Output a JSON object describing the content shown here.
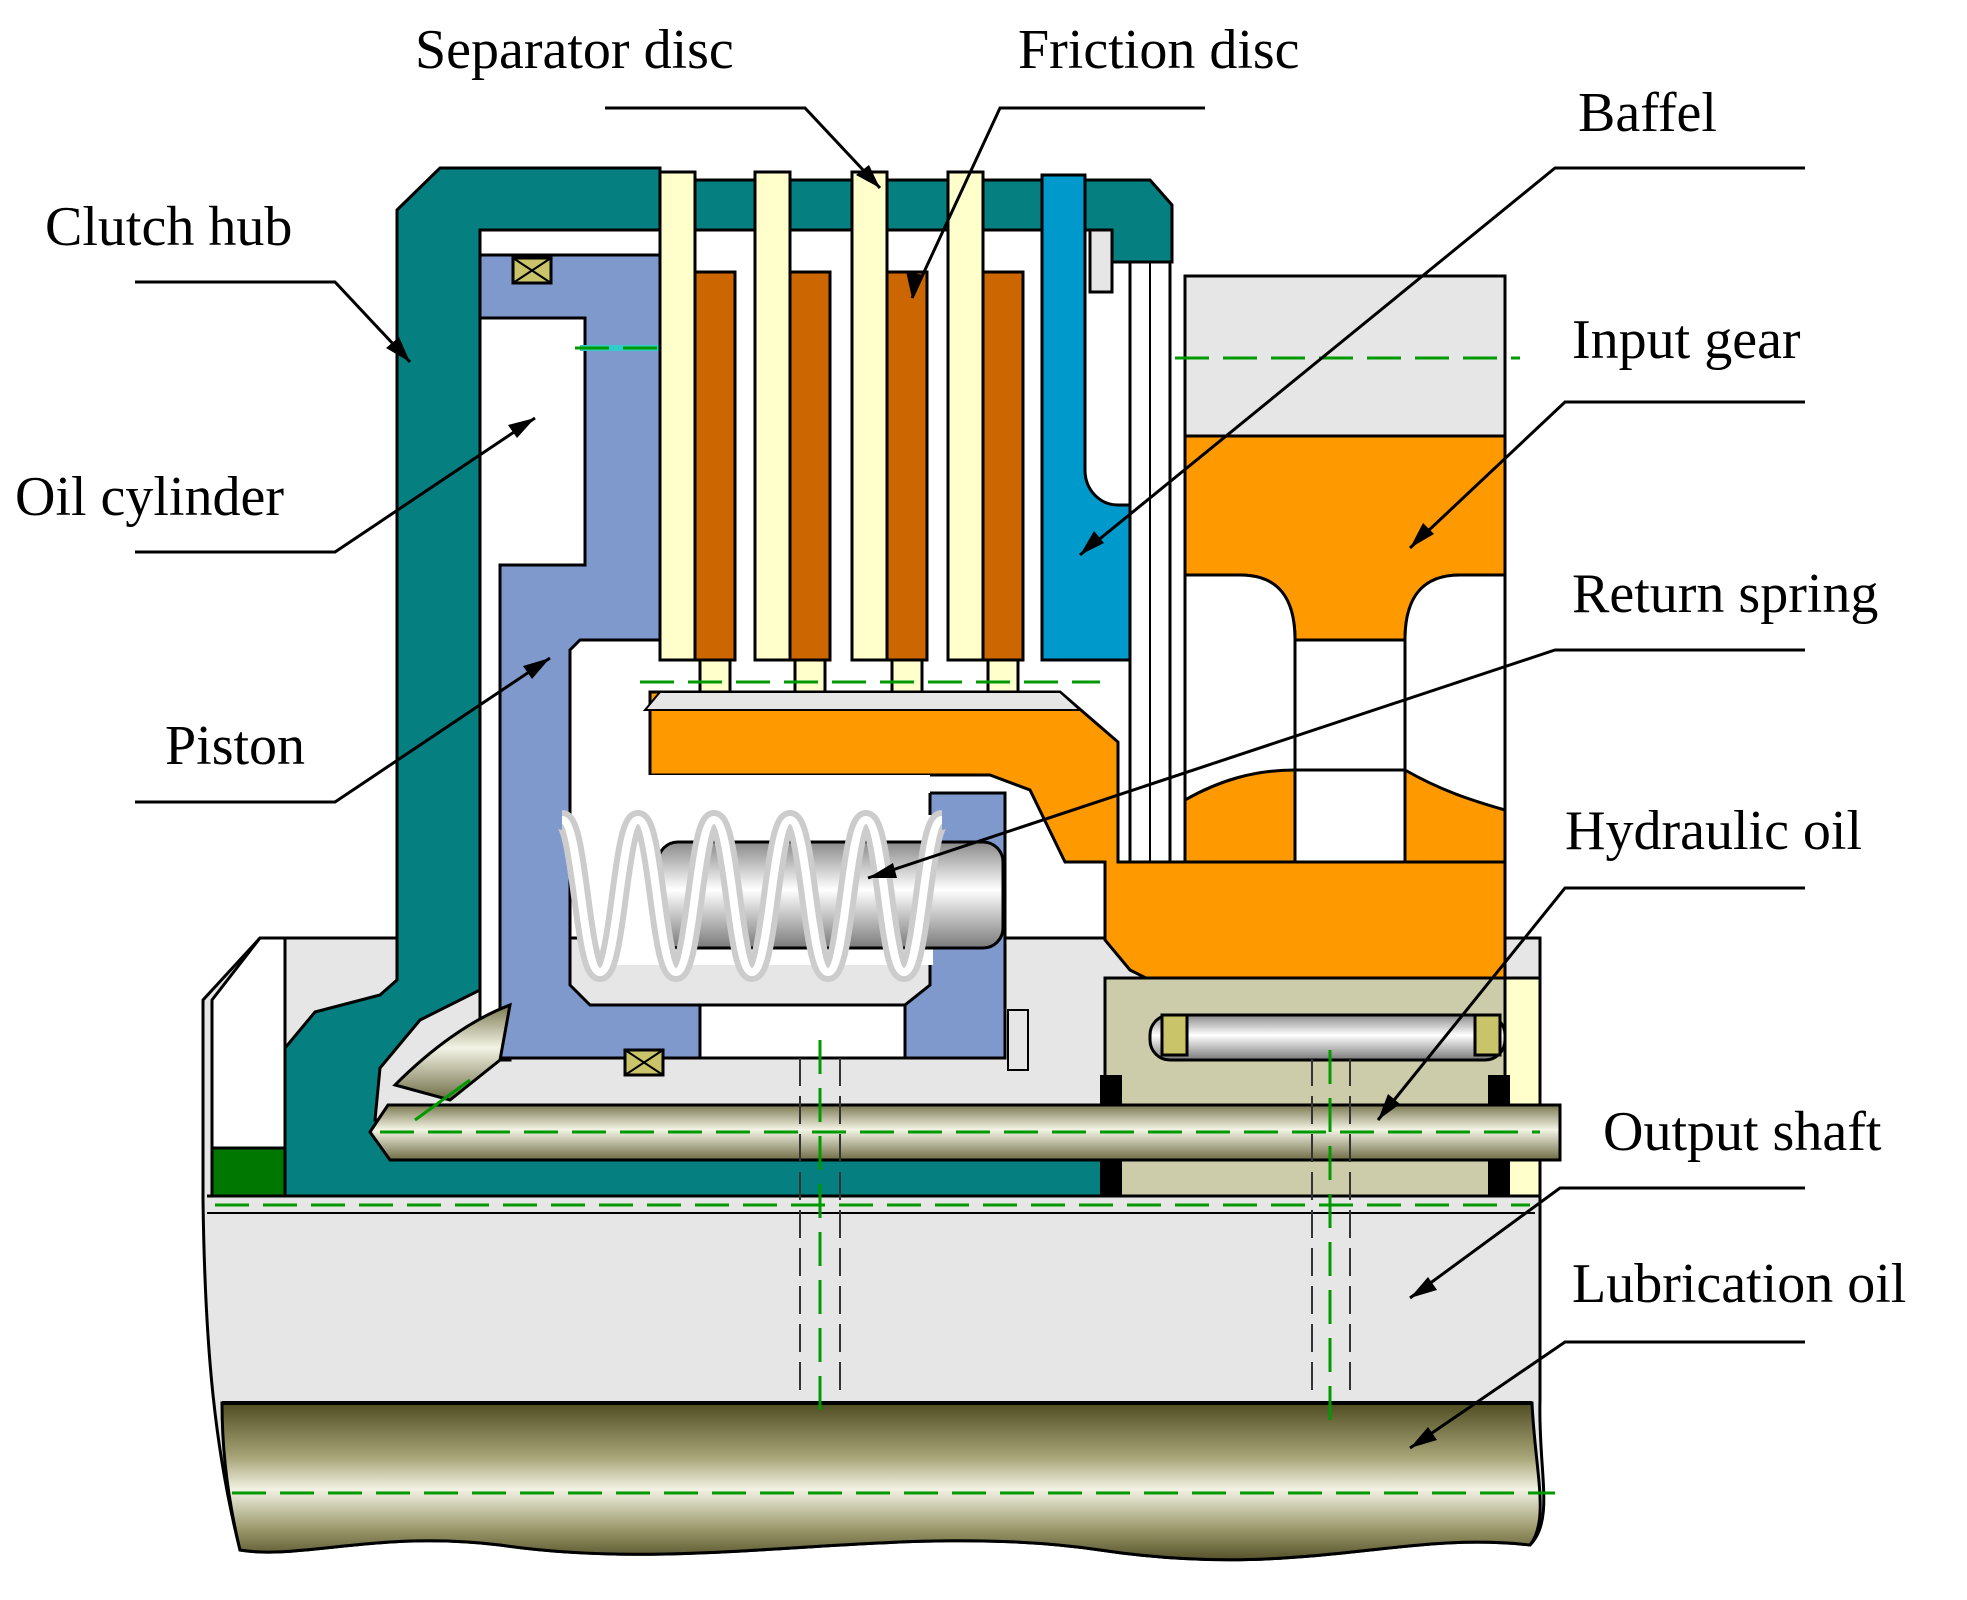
{
  "labels": {
    "separator_disc": "Separator disc",
    "friction_disc": "Friction disc",
    "baffel": "Baffel",
    "clutch_hub": "Clutch hub",
    "input_gear": "Input gear",
    "oil_cylinder": "Oil cylinder",
    "return_spring": "Return spring",
    "piston": "Piston",
    "hydraulic_oil": "Hydraulic oil",
    "output_shaft": "Output shaft",
    "lubrication_oil": "Lubrication oil"
  },
  "colors": {
    "clutch_hub": "#057f7f",
    "piston": "#7f99cc",
    "separator_disc": "#ffffcc",
    "friction_disc": "#cc6600",
    "baffle": "#0099cc",
    "gear": "#ff9900",
    "seal_block": "#ccccaa",
    "shaft": "#e6e6e6",
    "shaft_bore": "#7d7b4c",
    "centerline": "#009900",
    "accent_green": "#007700"
  }
}
